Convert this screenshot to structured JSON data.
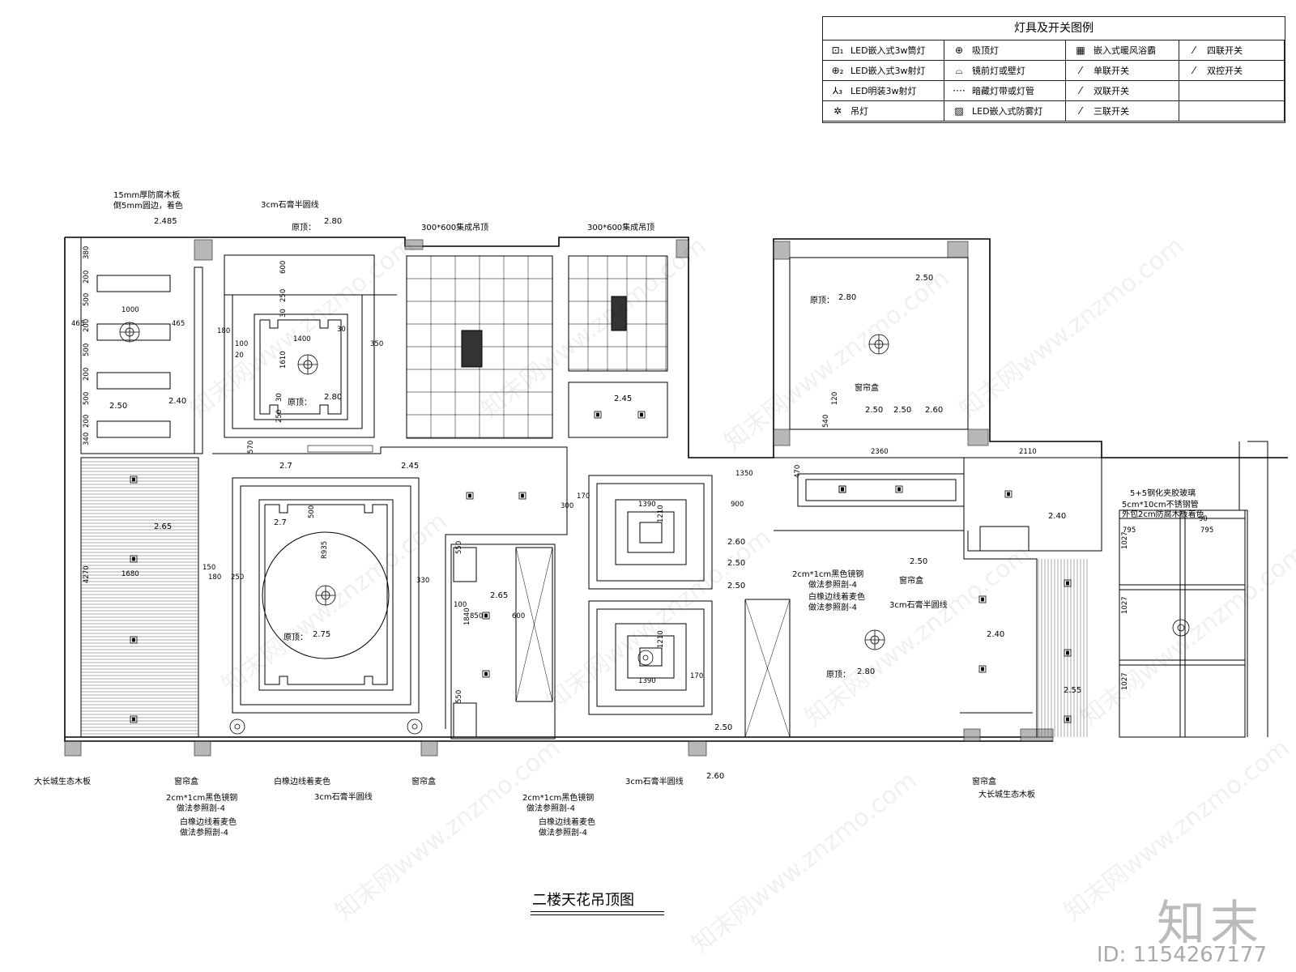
{
  "legend": {
    "title": "灯具及开关图例",
    "rows": [
      [
        {
          "sym": "⊡₁",
          "label": "LED嵌入式3w筒灯"
        },
        {
          "sym": "⊕",
          "label": "吸顶灯"
        },
        {
          "sym": "▦",
          "label": "嵌入式暖风浴霸"
        },
        {
          "sym": "⁄",
          "label": "四联开关"
        }
      ],
      [
        {
          "sym": "⊕₂",
          "label": "LED嵌入式3w射灯"
        },
        {
          "sym": "⌓",
          "label": "镜前灯或壁灯"
        },
        {
          "sym": "⁄",
          "label": "单联开关"
        },
        {
          "sym": "⁄",
          "label": "双控开关"
        }
      ],
      [
        {
          "sym": "⅄₃",
          "label": "LED明装3w射灯"
        },
        {
          "sym": "····",
          "label": "暗藏灯带或灯管"
        },
        {
          "sym": "⁄",
          "label": "双联开关"
        },
        {
          "sym": "",
          "label": ""
        }
      ],
      [
        {
          "sym": "✲",
          "label": "吊灯"
        },
        {
          "sym": "▨",
          "label": "LED嵌入式防雾灯"
        },
        {
          "sym": "⁄",
          "label": "三联开关"
        },
        {
          "sym": "",
          "label": ""
        }
      ]
    ]
  },
  "drawing_title": "二楼天花吊顶图",
  "brand": "知末",
  "drawing_id": "ID: 1154267177",
  "watermark_text": "知末网www.znzmo.com",
  "labels": {
    "l_15mm": "15mm厚防腐木板",
    "l_dao": "倒5mm圆边，着色",
    "l_gypsum1": "3cm石膏半圆线",
    "l_jicheng1": "300*600集成吊顶",
    "l_jicheng2": "300*600集成吊顶",
    "l_yuanding1": "原顶：",
    "l_yuanding2": "原顶：",
    "l_yuanding3": "原顶：",
    "l_yuanding4": "原顶：",
    "l_yuanding5": "原顶：",
    "l_chuanglianhe_top": "窗帘盒",
    "l_chuanglianhe_r": "窗帘盒",
    "l_gypsum_r": "3cm石膏半圆线",
    "l_black1": "2cm*1cm黑色镜钢",
    "l_black1b": "做法参照剖-4",
    "l_white1": "白橡边线着麦色",
    "l_white1b": "做法参照剖-4",
    "l_glass": "5+5钢化夹胶玻璃",
    "l_steel": "5cm*10cm不锈钢管",
    "l_steelb": "外包2cm防腐木板着色",
    "b_dachang": "大长城生态木板",
    "b_clh1": "窗帘盒",
    "b_black": "2cm*1cm黑色镜钢",
    "b_blackb": "做法参照剖-4",
    "b_white": "白橡边线着麦色",
    "b_whiteb": "做法参照剖-4",
    "b_baixiang": "白橡边线着麦色",
    "b_gypsum": "3cm石膏半圆线",
    "b_clh2": "窗帘盒",
    "b_black2": "2cm*1cm黑色镜钢",
    "b_black2b": "做法参照剖-4",
    "b_white2": "白橡边线着麦色",
    "b_white2b": "做法参照剖-4",
    "b_gypsum2": "3cm石膏半圆线",
    "b_clh3": "窗帘盒",
    "b_dachang2": "大长城生态木板"
  },
  "heights": {
    "h1": "2.485",
    "h2": "2.80",
    "h3": "2.80",
    "h4": "2.40",
    "h5": "2.50",
    "h6": "2.65",
    "h7": "2.7",
    "h8": "2.7",
    "h9": "2.75",
    "h10": "2.45",
    "h11": "2.45",
    "h12": "2.65",
    "h13": "2.60",
    "h14": "2.50",
    "h15": "2.50",
    "h16": "2.50",
    "h17": "2.60",
    "h18": "2.50",
    "h19": "2.80",
    "h20": "2.50",
    "h21": "2.50",
    "h22": "2.60",
    "h23": "2.40",
    "h24": "2.50",
    "h25": "2.40",
    "h26": "2.80",
    "h27": "2.55"
  },
  "dims": {
    "d380": "380",
    "d200a": "200",
    "d465a": "465",
    "d1000": "1000",
    "d465b": "465",
    "d500a": "500",
    "d200b": "200",
    "d500b": "500",
    "d200c": "200",
    "d500c": "500",
    "d200d": "200",
    "d340": "340",
    "d4270": "4270",
    "d1680": "1680",
    "d600": "600",
    "d250a": "250",
    "d30a": "30",
    "d1400": "1400",
    "d30b": "30",
    "d1610": "1610",
    "d180": "180",
    "d100": "100",
    "d20a": "20",
    "d30c": "30",
    "d250b": "250",
    "d570": "570",
    "d350": "350",
    "d935": "R935",
    "d500d": "500",
    "d150": "150",
    "d180b": "180",
    "d250c": "250",
    "d330": "330",
    "d100b": "100",
    "d850": "850",
    "d1840": "1840",
    "d550a": "550",
    "d550b": "550",
    "d600b": "600",
    "d1350": "1350",
    "d1390a": "1390",
    "d1210a": "1210",
    "d900": "900",
    "d170a": "170",
    "d300a": "300",
    "d1390b": "1390",
    "d1210b": "1210",
    "d170b": "170",
    "d2360": "2360",
    "d2110": "2110",
    "d120": "120",
    "d470": "470",
    "d540": "540",
    "d795a": "795",
    "d795b": "795",
    "d1027a": "1027",
    "d1027b": "1027",
    "d1027c": "1027",
    "d90": "90"
  }
}
